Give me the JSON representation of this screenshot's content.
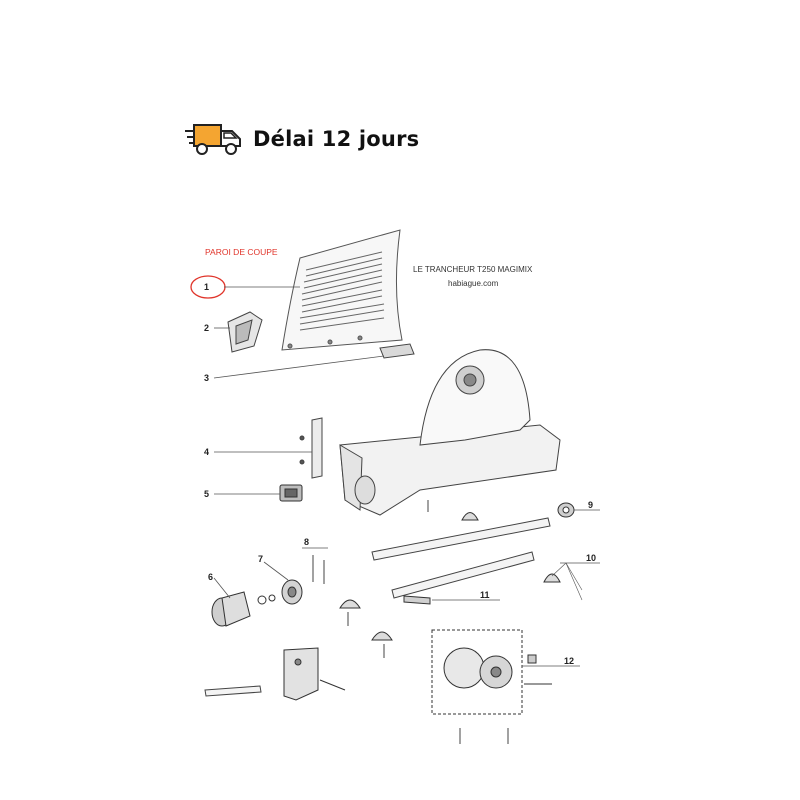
{
  "banner": {
    "icon": "delivery-truck-icon",
    "text": "Délai 12 jours",
    "icon_color": "#f4a531"
  },
  "diagram": {
    "section_title": "PAROI DE COUPE",
    "product_title": "LE TRANCHEUR T250 MAGIMIX",
    "website": "habiague.com",
    "accent_color": "#e0342a",
    "callouts": [
      "1",
      "2",
      "3",
      "4",
      "5",
      "6",
      "7",
      "8",
      "9",
      "10",
      "11",
      "12"
    ]
  }
}
